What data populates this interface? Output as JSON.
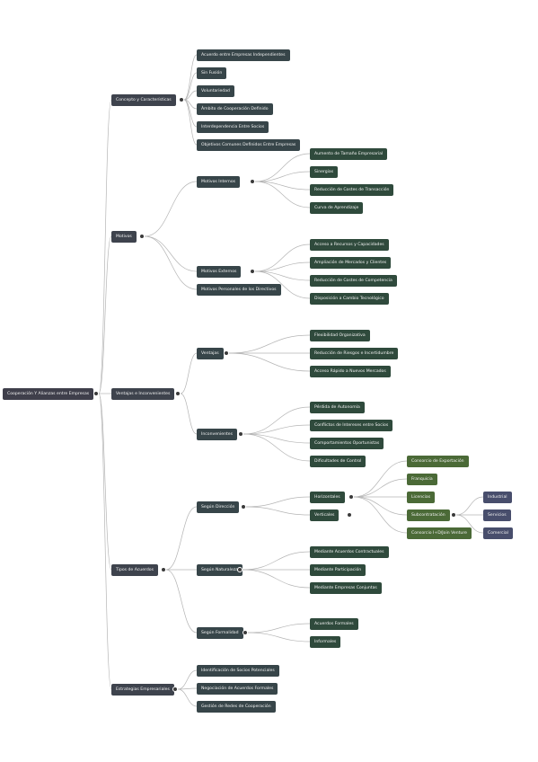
{
  "colors": {
    "edge": "#b5b5b5",
    "root": "#3f3f4b",
    "level1": "#3e434d",
    "level2": "#374549",
    "level3": "#2f4a3c",
    "level4": "#4b6a37",
    "level5": "#484e6c"
  },
  "mindmap": {
    "root": "Cooperación Y Alianzas entre Empresas",
    "branches": {
      "concepto": "Concepto y Características",
      "motivos": "Motivos",
      "ventajas": "Ventajas e Inconvenientes",
      "tipos": "Tipos de Acuerdos",
      "estrategias": "Estrategias Empresariales"
    },
    "concepto_items": [
      "Acuerdo entre Empresas Independientes",
      "Sin Fusión",
      "Voluntariedad",
      "Ámbito de Cooperación Definido",
      "Interdependencia Entre Socios",
      "Objetivos Comunes Definidos Entre Empresas"
    ],
    "motivos_children": {
      "internos": "Motivos Internos",
      "externos": "Motivos Externos",
      "personales": "Motivos Personales de los Directivos"
    },
    "internos_items": [
      "Aumento de Tamaño Empresarial",
      "Sinergias",
      "Reducción de Costes de Transacción",
      "Curva de Aprendizaje"
    ],
    "externos_items": [
      "Acceso a Recursos y Capacidades",
      "Ampliación de Mercados y Clientes",
      "Reducción de Costes de Competencia",
      "Disposición a Cambio Tecnológico"
    ],
    "ventajas_children": {
      "ventajas": "Ventajas",
      "inconvenientes": "Inconvenientes"
    },
    "ventajas_items": [
      "Flexibilidad Organizativa",
      "Reducción de Riesgos e Incertidumbre",
      "Acceso Rápido a Nuevos Mercados"
    ],
    "inconvenientes_items": [
      "Pérdida de Autonomía",
      "Conflictos de Intereses entre Socios",
      "Comportamientos Oportunistas",
      "Dificultades de Control"
    ],
    "tipos_children": {
      "direccion": "Según Dirección",
      "naturaleza": "Según Naturaleza",
      "formalidad": "Según Formalidad"
    },
    "direccion_children": {
      "horizontales": "Horizontales",
      "verticales": "Verticales"
    },
    "horizontales_items": [
      "Consorcio de Exportación",
      "Franquicia",
      "Licencias",
      "Subcontratación",
      "Consorcio I+D/Join Venture"
    ],
    "subcontratacion_items": [
      "Industrial",
      "Servicios",
      "Comercial"
    ],
    "naturaleza_items": [
      "Mediante Acuerdos Contractuales",
      "Mediante Participación",
      "Mediante Empresas Conjuntas"
    ],
    "formalidad_items": [
      "Acuerdos Formales",
      "Informales"
    ],
    "estrategias_items": [
      "Identificación de Socios Potenciales",
      "Negociación de Acuerdos Formales",
      "Gestión de Redes de Cooperación"
    ]
  }
}
